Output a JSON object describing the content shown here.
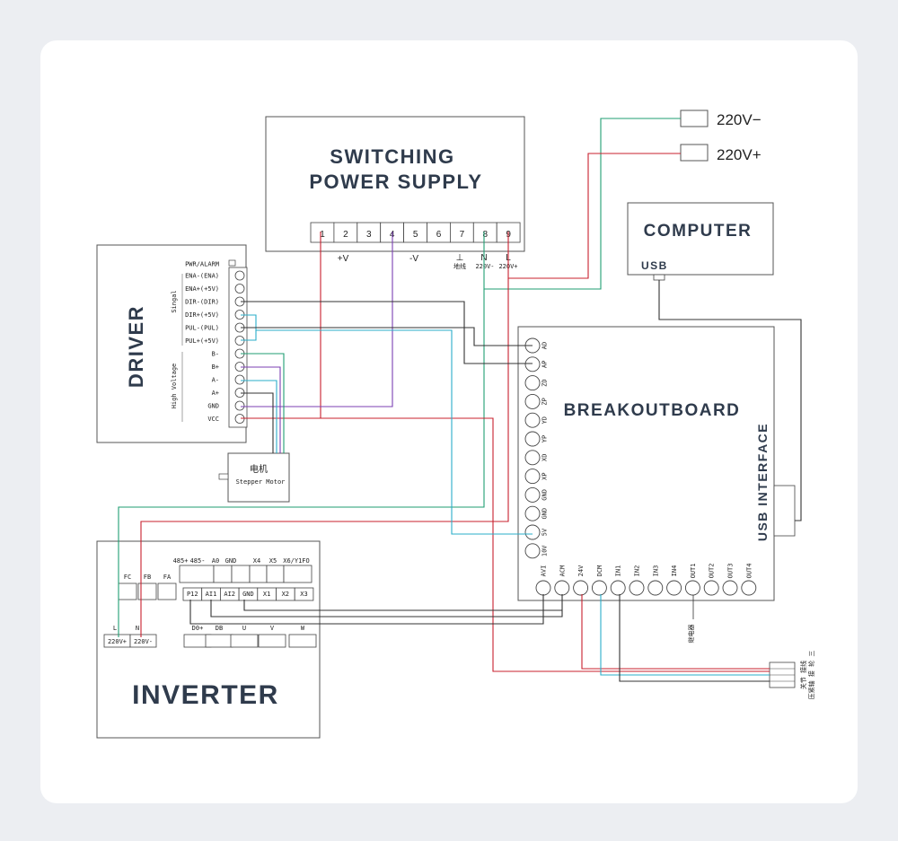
{
  "blocks": {
    "power_supply": {
      "title_line1": "SWITCHING",
      "title_line2": "POWER SUPPLY",
      "terminals": [
        "1",
        "2",
        "3",
        "4",
        "5",
        "6",
        "7",
        "8",
        "9"
      ],
      "labels": {
        "plus_v": "+V",
        "minus_v": "-V",
        "ground": "⊥",
        "ground_cn": "地线",
        "n": "N",
        "n_sub": "220V-",
        "l": "L",
        "l_sub": "220V+"
      }
    },
    "mains": {
      "minus": "220V−",
      "plus": "220V+"
    },
    "computer": {
      "title": "COMPUTER",
      "port": "USB"
    },
    "driver": {
      "title": "DRIVER",
      "group_signal": "Singal",
      "group_hv": "High Voltage",
      "pins": [
        "PWR/ALARM",
        "ENA-(ENA)",
        "ENA+(+5V)",
        "DIR-(DIR)",
        "DIR+(+5V)",
        "PUL-(PUL)",
        "PUL+(+5V)",
        "B-",
        "B+",
        "A-",
        "A+",
        "GND",
        "VCC"
      ]
    },
    "motor": {
      "label_cn": "电机",
      "label": "Stepper Motor"
    },
    "breakout": {
      "title": "BREAKOUTBOARD",
      "usb": "USB INTERFACE",
      "left_pins": [
        "AD",
        "AP",
        "ZD",
        "ZP",
        "YD",
        "YP",
        "XD",
        "XP",
        "GND",
        "GND",
        "5V",
        "10V"
      ],
      "bottom_pins": [
        "AVI",
        "ACM",
        "24V",
        "DCM",
        "IN1",
        "IN2",
        "IN3",
        "IN4",
        "OUT1",
        "OUT2",
        "OUT3",
        "OUT4"
      ],
      "relay": "继电器"
    },
    "inverter": {
      "title": "INVERTER",
      "top_row": [
        "485+",
        "485-",
        "A0",
        "GND",
        "X4",
        "X5",
        "X6/Y1FO"
      ],
      "fc_row": [
        "FC",
        "FB",
        "FA"
      ],
      "mid_row": [
        "P12",
        "AI1",
        "AI2",
        "GND",
        "X1",
        "X2",
        "X3"
      ],
      "power_labels": [
        "L",
        "N"
      ],
      "power_row": [
        "220V+",
        "220V-"
      ],
      "out_row": [
        "D0+",
        "DB",
        "U",
        "V",
        "W"
      ]
    },
    "sensor": {
      "line1": "关节 接线",
      "line2": "压紧轴 接 轮 三"
    }
  }
}
